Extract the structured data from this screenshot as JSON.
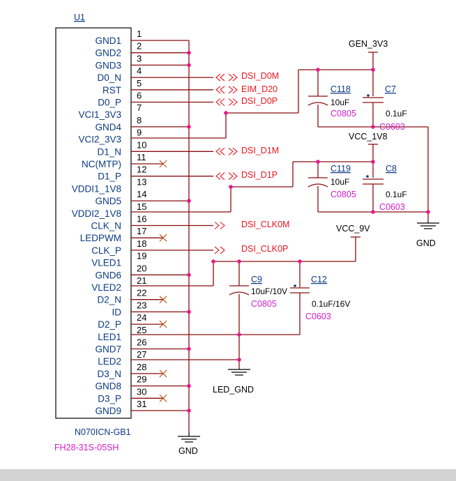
{
  "component": {
    "refdes": "U1",
    "part_number": "N070ICN-GB1",
    "connector": "FH28-31S-05SH",
    "pins": [
      {
        "num": "1",
        "name": "GND1"
      },
      {
        "num": "2",
        "name": "GND2"
      },
      {
        "num": "3",
        "name": "GND3"
      },
      {
        "num": "4",
        "name": "D0_N"
      },
      {
        "num": "5",
        "name": "RST"
      },
      {
        "num": "6",
        "name": "D0_P"
      },
      {
        "num": "7",
        "name": "VCI1_3V3"
      },
      {
        "num": "8",
        "name": "GND4"
      },
      {
        "num": "9",
        "name": "VCI2_3V3"
      },
      {
        "num": "10",
        "name": "D1_N"
      },
      {
        "num": "11",
        "name": "NC(MTP)"
      },
      {
        "num": "12",
        "name": "D1_P"
      },
      {
        "num": "13",
        "name": "VDDI1_1V8"
      },
      {
        "num": "14",
        "name": "GND5"
      },
      {
        "num": "15",
        "name": "VDDI2_1V8"
      },
      {
        "num": "16",
        "name": "CLK_N"
      },
      {
        "num": "17",
        "name": "LEDPWM"
      },
      {
        "num": "18",
        "name": "CLK_P"
      },
      {
        "num": "19",
        "name": "VLED1"
      },
      {
        "num": "20",
        "name": "GND6"
      },
      {
        "num": "21",
        "name": "VLED2"
      },
      {
        "num": "22",
        "name": "D2_N"
      },
      {
        "num": "23",
        "name": "ID"
      },
      {
        "num": "24",
        "name": "D2_P"
      },
      {
        "num": "25",
        "name": "LED1"
      },
      {
        "num": "26",
        "name": "GND7"
      },
      {
        "num": "27",
        "name": "LED2"
      },
      {
        "num": "28",
        "name": "D3_N"
      },
      {
        "num": "29",
        "name": "GND8"
      },
      {
        "num": "30",
        "name": "D3_P"
      },
      {
        "num": "31",
        "name": "GND9"
      }
    ]
  },
  "nets": {
    "dsi_d0m": "DSI_D0M",
    "eim_d20": "EIM_D20",
    "dsi_d0p": "DSI_D0P",
    "dsi_d1m": "DSI_D1M",
    "dsi_d1p": "DSI_D1P",
    "dsi_clk0m": "DSI_CLK0M",
    "dsi_clk0p": "DSI_CLK0P"
  },
  "power": {
    "gen_3v3": "GEN_3V3",
    "vcc_1v8": "VCC_1V8",
    "vcc_9v": "VCC_9V",
    "gnd_right": "GND",
    "gnd_bottom": "GND",
    "led_gnd": "LED_GND"
  },
  "capacitors": [
    {
      "ref": "C118",
      "value": "10uF",
      "package": "C0805"
    },
    {
      "ref": "C7",
      "value": "0.1uF",
      "package": "C0603"
    },
    {
      "ref": "C119",
      "value": "10uF",
      "package": "C0805"
    },
    {
      "ref": "C8",
      "value": "0.1uF",
      "package": "C0603"
    },
    {
      "ref": "C9",
      "value": "10uF/10V",
      "package": "C0805"
    },
    {
      "ref": "C12",
      "value": "0.1uF/16V",
      "package": "C0603"
    }
  ],
  "colors": {
    "pin_name": "#0b3a82",
    "net_label": "#e8141e",
    "package_label": "#d21ec8",
    "wire": "#8a0e10",
    "junction": "#e8178c"
  }
}
